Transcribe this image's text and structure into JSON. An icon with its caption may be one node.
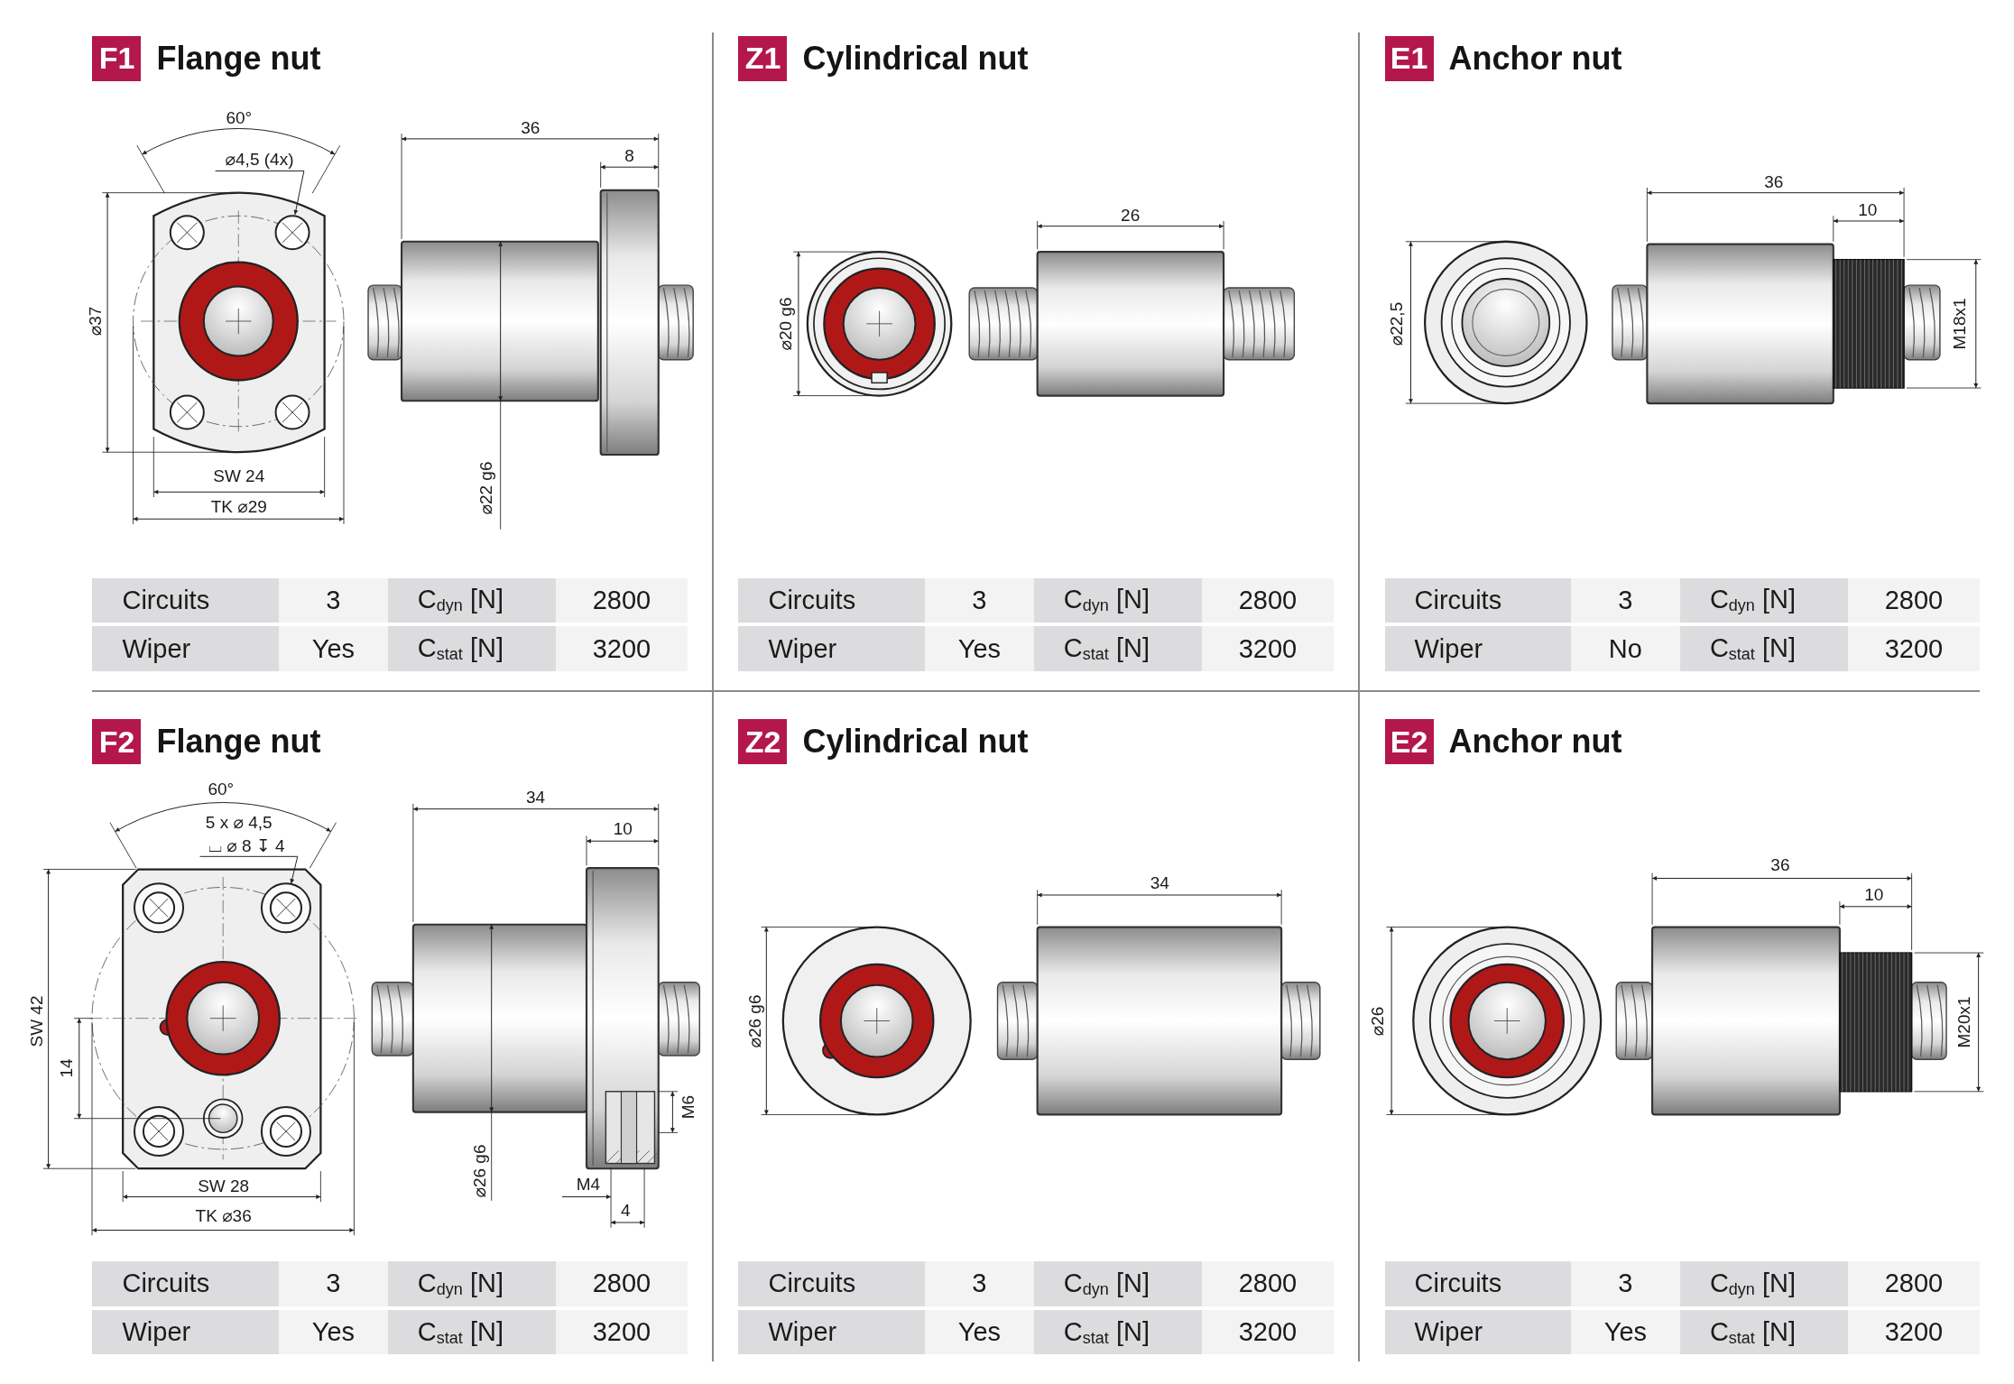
{
  "diagram": {
    "nodes": [
      {
        "text": [
          "F1"
        ],
        "beside": [
          "Flange nut"
        ]
      },
      {
        "text": [
          "Z1"
        ],
        "beside": [
          "Cylindrical nut"
        ]
      },
      {
        "text": [
          "E1"
        ],
        "beside": [
          "Anchor nut"
        ]
      },
      {
        "text": [
          "F2"
        ],
        "beside": [
          "Flange nut"
        ]
      },
      {
        "text": [
          "Z2"
        ],
        "beside": [
          "Cylindrical nut"
        ]
      },
      {
        "text": [
          "E2"
        ],
        "beside": [
          "Anchor nut"
        ]
      }
    ],
    "edges": [],
    "labels": [
      "60°",
      "⌀4,5 (4x)",
      "36",
      "8",
      "⌀37",
      "⌀22 g6",
      "SW 24",
      "TK ⌀29",
      "Circuits",
      "3",
      "C$_{dyn}$ [N]",
      "2800",
      "Wiper",
      "Yes",
      "C$_{stat}$ [N]",
      "3200",
      "26",
      "⌀20 g6",
      "Circuits",
      "3",
      "C$_{dyn}$ [N]",
      "2800",
      "Wiper",
      "Yes",
      "C$_{stat}$ [N]",
      "3200",
      "36",
      "10",
      "⌀22,5",
      "M18x1",
      "Circuits",
      "3",
      "C$_{dyn}$ [N]",
      "2800",
      "Wiper",
      "No",
      "C$_{stat}$ [N]",
      "3200",
      "60°",
      "5 x ⌀ 4,5",
      "⌴ ⌀ 8 ↧ 4",
      "34",
      "10",
      "SW 42",
      "14",
      "M6",
      "⌀26 g6",
      "M4",
      "4",
      "SW 28",
      "TK ⌀36",
      "Circuits",
      "3",
      "C$_{dyn}$ [N]",
      "2800",
      "Wiper",
      "Yes",
      "C$_{stat}$ [N]",
      "3200",
      "34",
      "⌀26 g6",
      "Circuits",
      "3",
      "C$_{dyn}$ [N]",
      "2800",
      "Wiper",
      "Yes",
      "C$_{stat}$ [N]",
      "3200",
      "36",
      "10",
      "⌀26",
      "M20x1",
      "Circuits",
      "3",
      "C$_{dyn}$ [N]",
      "2800",
      "Wiper",
      "Yes",
      "C$_{stat}$ [N]",
      "3200"
    ]
  }
}
